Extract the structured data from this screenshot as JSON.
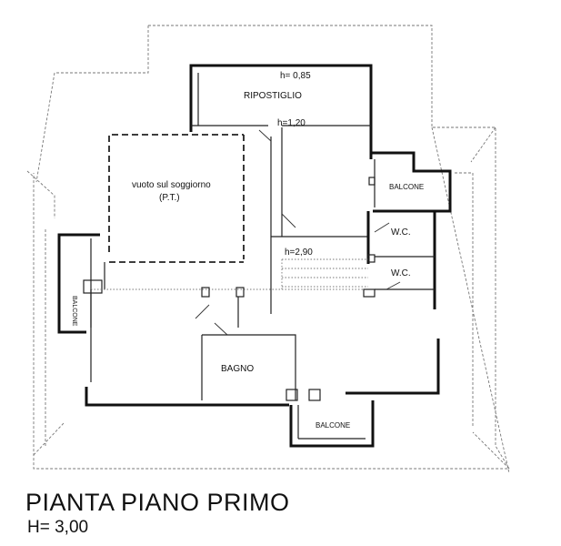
{
  "plan": {
    "title": "PIANTA PIANO PRIMO",
    "height_note": "H= 3,00",
    "labels": {
      "ripostiglio_height": "h= 0,85",
      "ripostiglio": "RIPOSTIGLIO",
      "mid_height": "h=1,20",
      "void_line1": "vuoto sul soggiorno",
      "void_line2": "(P.T.)",
      "balcone_right": "BALCONE",
      "wc_upper": "W.C.",
      "wc_lower": "W.C.",
      "stair_height": "h=2,90",
      "balcone_left": "BALCONE",
      "bagno": "BAGNO",
      "balcone_bottom": "BALCONE"
    }
  }
}
